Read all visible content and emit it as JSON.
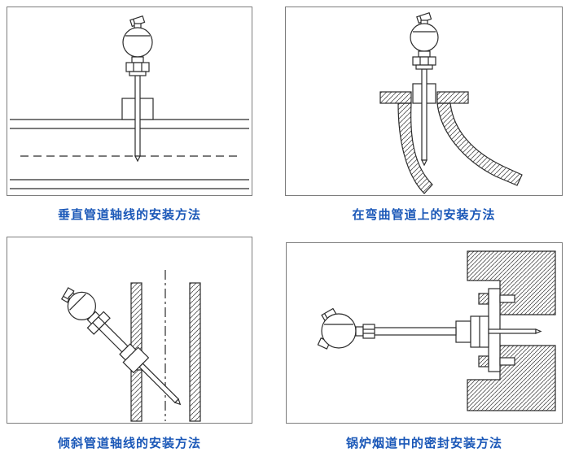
{
  "page": {
    "background": "#ffffff"
  },
  "colors": {
    "caption_blue": "#1b58b8",
    "line": "#2b2b2b",
    "panel_border": "#7d7d7d",
    "hatch": "#555555"
  },
  "panels": [
    {
      "id": "vertical-pipe-axis",
      "caption": "垂直管道轴线的安装方法"
    },
    {
      "id": "curved-pipe",
      "caption": "在弯曲管道上的安装方法"
    },
    {
      "id": "inclined-pipe-axis",
      "caption": "倾斜管道轴线的安装方法"
    },
    {
      "id": "boiler-flue-seal",
      "caption": "锅炉烟道中的密封安装方法"
    }
  ]
}
